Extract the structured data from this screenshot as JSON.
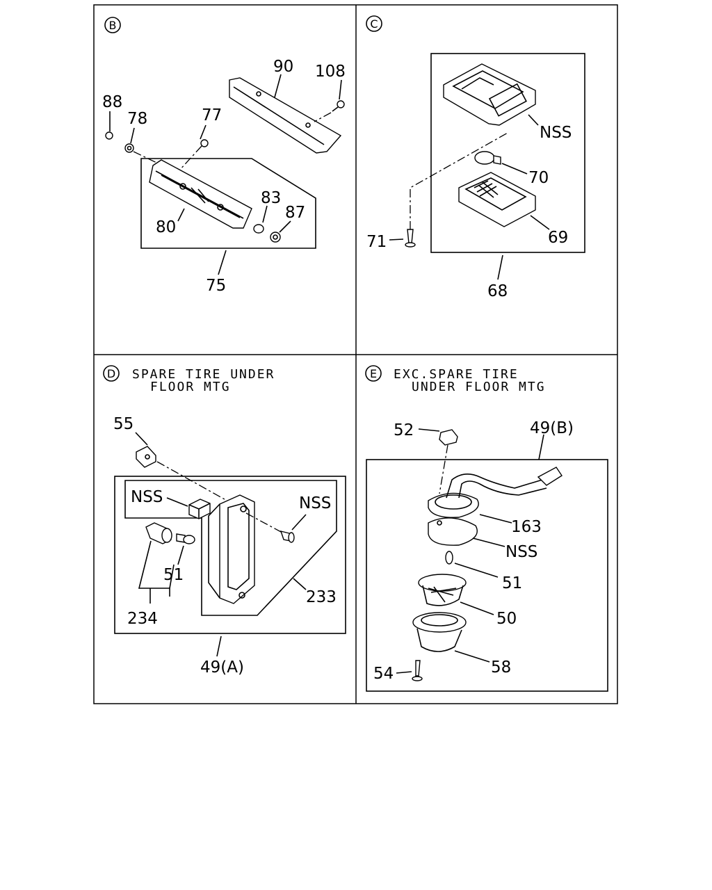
{
  "panels": {
    "B": {
      "badge": "B",
      "labels": {
        "p90": "90",
        "p108": "108",
        "p88": "88",
        "p78": "78",
        "p77": "77",
        "p83": "83",
        "p87": "87",
        "p80": "80",
        "p75": "75"
      }
    },
    "C": {
      "badge": "C",
      "labels": {
        "nss": "NSS",
        "p70": "70",
        "p71": "71",
        "p69": "69",
        "p68": "68"
      }
    },
    "D": {
      "badge": "D",
      "title_line1": "SPARE TIRE UNDER",
      "title_line2": "FLOOR MTG",
      "labels": {
        "p55": "55",
        "nss1": "NSS",
        "nss2": "NSS",
        "p51": "51",
        "p233": "233",
        "p234": "234",
        "p49a": "49(A)"
      }
    },
    "E": {
      "badge": "E",
      "title_line1": "EXC.SPARE TIRE",
      "title_line2": "UNDER FLOOR MTG",
      "labels": {
        "p52": "52",
        "p49b": "49(B)",
        "p163": "163",
        "nss": "NSS",
        "p51": "51",
        "p50": "50",
        "p58": "58",
        "p54": "54"
      }
    }
  }
}
